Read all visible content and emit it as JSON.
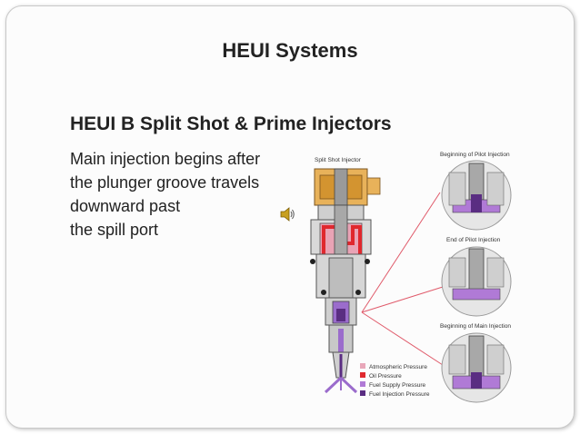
{
  "slide": {
    "title": "HEUI Systems",
    "subtitle": "HEUI B Split Shot & Prime Injectors",
    "body_lines": [
      "Main injection begins after",
      "the plunger groove travels",
      "downward past",
      "the spill port"
    ]
  },
  "diagram": {
    "injector_label": "Split Shot Injector",
    "detail_labels": [
      "Beginning of Pilot Injection",
      "End of Pilot Injection",
      "Beginning of Main Injection"
    ],
    "legend": [
      {
        "label": "Atmospheric Pressure",
        "color": "#e8a7b9"
      },
      {
        "label": "Oil Pressure",
        "color": "#e0282e"
      },
      {
        "label": "Fuel Supply Pressure",
        "color": "#b07ad6"
      },
      {
        "label": "Fuel Injection Pressure",
        "color": "#5a2d82"
      }
    ]
  },
  "icons": {
    "speaker": "speaker-icon"
  }
}
